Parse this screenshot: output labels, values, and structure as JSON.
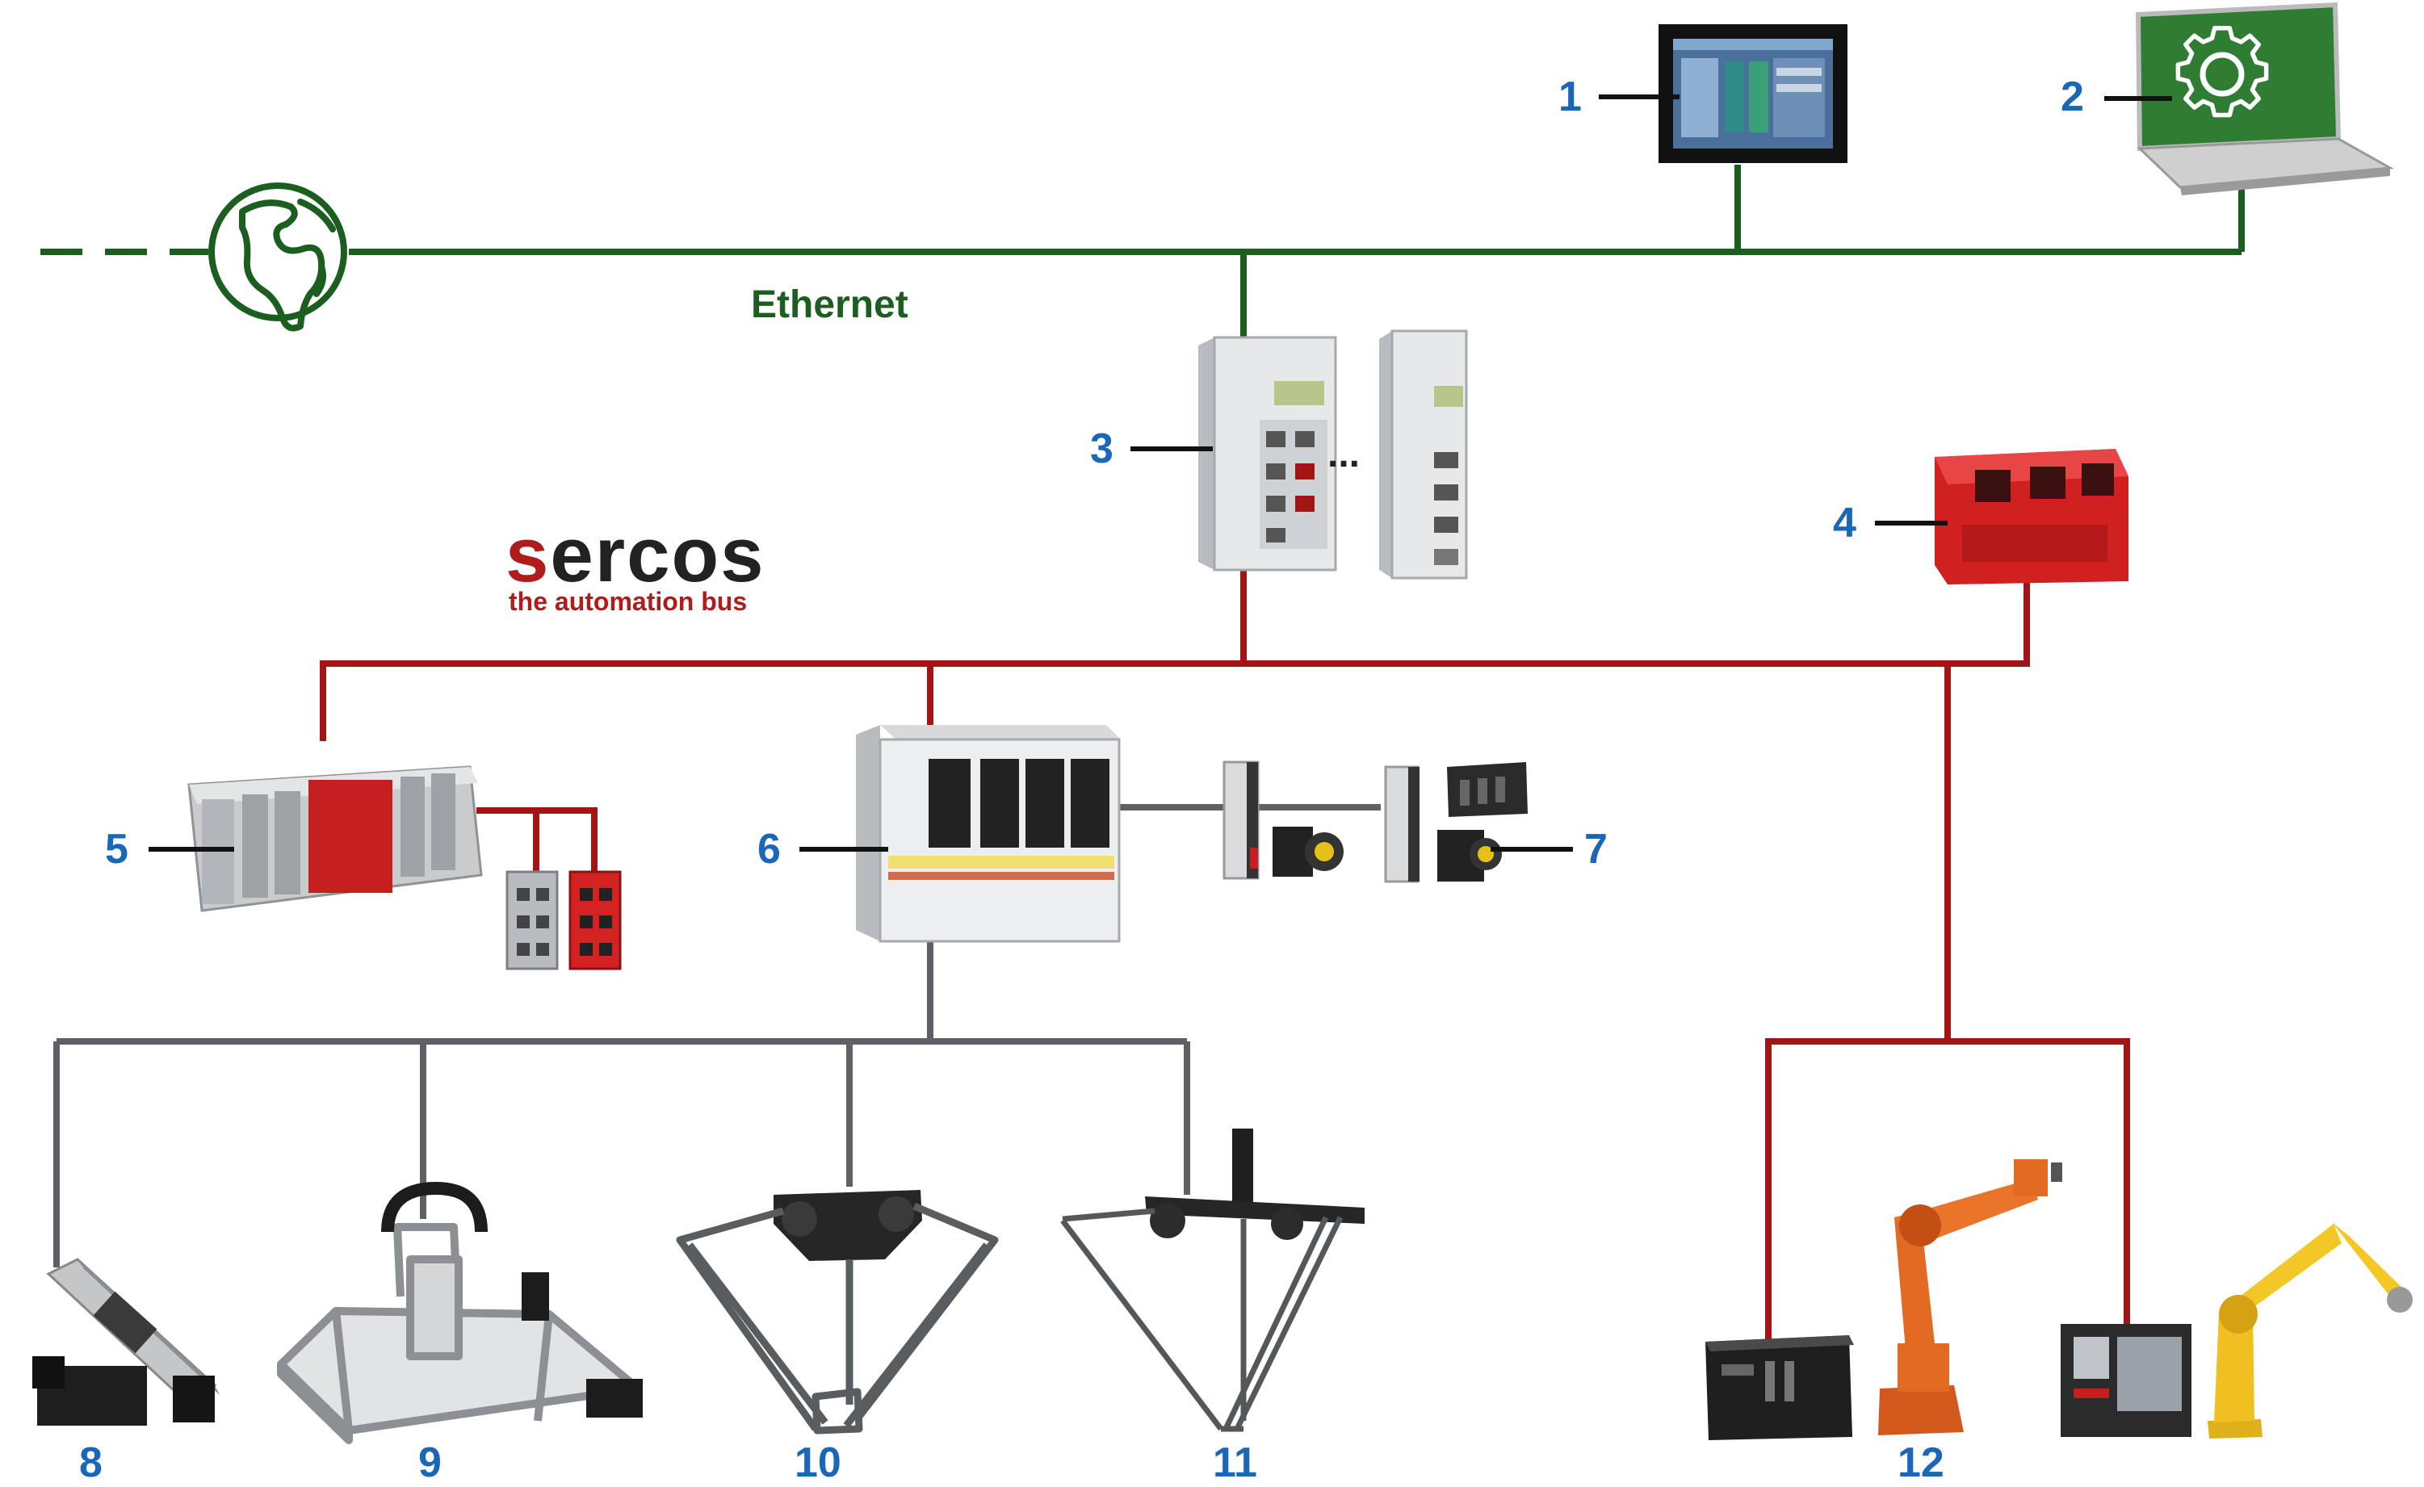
{
  "network": {
    "ethernet_label": "Ethernet",
    "colors": {
      "ethernet": "#1b5e20",
      "sercos": "#a31515",
      "motion": "#5f5f66",
      "label": "#1a66b8"
    }
  },
  "logo": {
    "word_first": "s",
    "word_rest": "ercos",
    "tagline": "the automation bus"
  },
  "ellipsis": "...",
  "devices": [
    {
      "id": "1",
      "label": "1",
      "icon": "hmi-panel-icon"
    },
    {
      "id": "2",
      "label": "2",
      "icon": "laptop-gear-icon"
    },
    {
      "id": "3",
      "label": "3",
      "icon": "motion-controller-icon"
    },
    {
      "id": "4",
      "label": "4",
      "icon": "safety-controller-icon"
    },
    {
      "id": "5",
      "label": "5",
      "icon": "io-rack-icon"
    },
    {
      "id": "6",
      "label": "6",
      "icon": "multi-axis-drive-icon"
    },
    {
      "id": "7",
      "label": "7",
      "icon": "servo-drive-motor-icon"
    },
    {
      "id": "8",
      "label": "8",
      "icon": "linear-axis-icon"
    },
    {
      "id": "9",
      "label": "9",
      "icon": "gantry-robot-icon"
    },
    {
      "id": "10",
      "label": "10",
      "icon": "delta-robot-icon"
    },
    {
      "id": "11",
      "label": "11",
      "icon": "delta-robot-icon"
    },
    {
      "id": "12",
      "label": "12",
      "icon": "industrial-robot-arm-icon"
    }
  ]
}
